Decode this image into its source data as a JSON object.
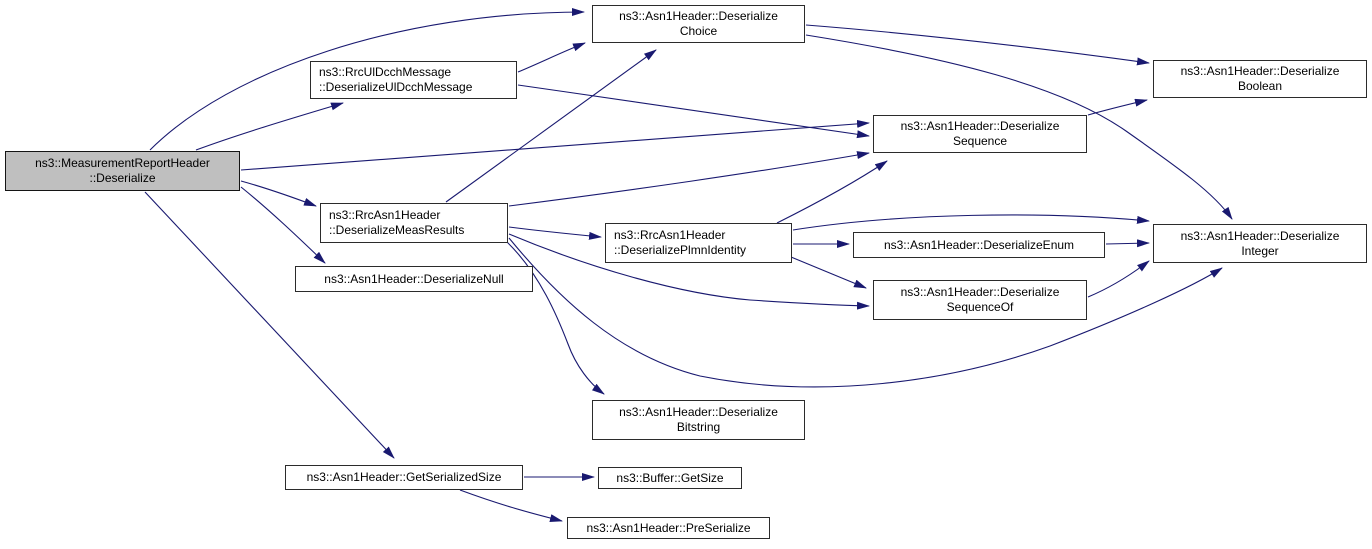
{
  "graph": {
    "kind": "doxygen-call-graph",
    "edge_color": "#191970",
    "node_border_color": "#2b2b2b",
    "highlight_fill": "#bfbfbf",
    "background": "#ffffff"
  },
  "nodes": {
    "main": {
      "line1": "ns3::MeasurementReportHeader",
      "line2": "::Deserialize"
    },
    "choice": {
      "line1": "ns3::Asn1Header::Deserialize",
      "line2": "Choice"
    },
    "uldcch": {
      "line1": "ns3::RrcUlDcchMessage",
      "line2": "::DeserializeUlDcchMessage"
    },
    "sequence": {
      "line1": "ns3::Asn1Header::Deserialize",
      "line2": "Sequence"
    },
    "boolean": {
      "line1": "ns3::Asn1Header::Deserialize",
      "line2": "Boolean"
    },
    "measresults": {
      "line1": "ns3::RrcAsn1Header",
      "line2": "::DeserializeMeasResults"
    },
    "null": {
      "line1": "ns3::Asn1Header::DeserializeNull"
    },
    "plmn": {
      "line1": "ns3::RrcAsn1Header",
      "line2": "::DeserializePlmnIdentity"
    },
    "enum": {
      "line1": "ns3::Asn1Header::DeserializeEnum"
    },
    "integer": {
      "line1": "ns3::Asn1Header::Deserialize",
      "line2": "Integer"
    },
    "sequenceof": {
      "line1": "ns3::Asn1Header::Deserialize",
      "line2": "SequenceOf"
    },
    "bitstring": {
      "line1": "ns3::Asn1Header::Deserialize",
      "line2": "Bitstring"
    },
    "getsersize": {
      "line1": "ns3::Asn1Header::GetSerializedSize"
    },
    "buffergetsize": {
      "line1": "ns3::Buffer::GetSize"
    },
    "preserialize": {
      "line1": "ns3::Asn1Header::PreSerialize"
    }
  },
  "edges": [
    {
      "from": "main",
      "to": "choice"
    },
    {
      "from": "main",
      "to": "uldcch"
    },
    {
      "from": "main",
      "to": "sequence"
    },
    {
      "from": "main",
      "to": "measresults"
    },
    {
      "from": "main",
      "to": "null"
    },
    {
      "from": "main",
      "to": "getsersize"
    },
    {
      "from": "uldcch",
      "to": "choice"
    },
    {
      "from": "uldcch",
      "to": "sequence"
    },
    {
      "from": "measresults",
      "to": "choice"
    },
    {
      "from": "measresults",
      "to": "sequence"
    },
    {
      "from": "measresults",
      "to": "plmn"
    },
    {
      "from": "measresults",
      "to": "sequenceof"
    },
    {
      "from": "measresults",
      "to": "integer"
    },
    {
      "from": "measresults",
      "to": "bitstring"
    },
    {
      "from": "choice",
      "to": "boolean"
    },
    {
      "from": "choice",
      "to": "integer"
    },
    {
      "from": "sequence",
      "to": "boolean"
    },
    {
      "from": "plmn",
      "to": "sequence"
    },
    {
      "from": "plmn",
      "to": "integer"
    },
    {
      "from": "plmn",
      "to": "enum"
    },
    {
      "from": "plmn",
      "to": "sequenceof"
    },
    {
      "from": "enum",
      "to": "integer"
    },
    {
      "from": "sequenceof",
      "to": "integer"
    },
    {
      "from": "getsersize",
      "to": "buffergetsize"
    },
    {
      "from": "getsersize",
      "to": "preserialize"
    }
  ]
}
